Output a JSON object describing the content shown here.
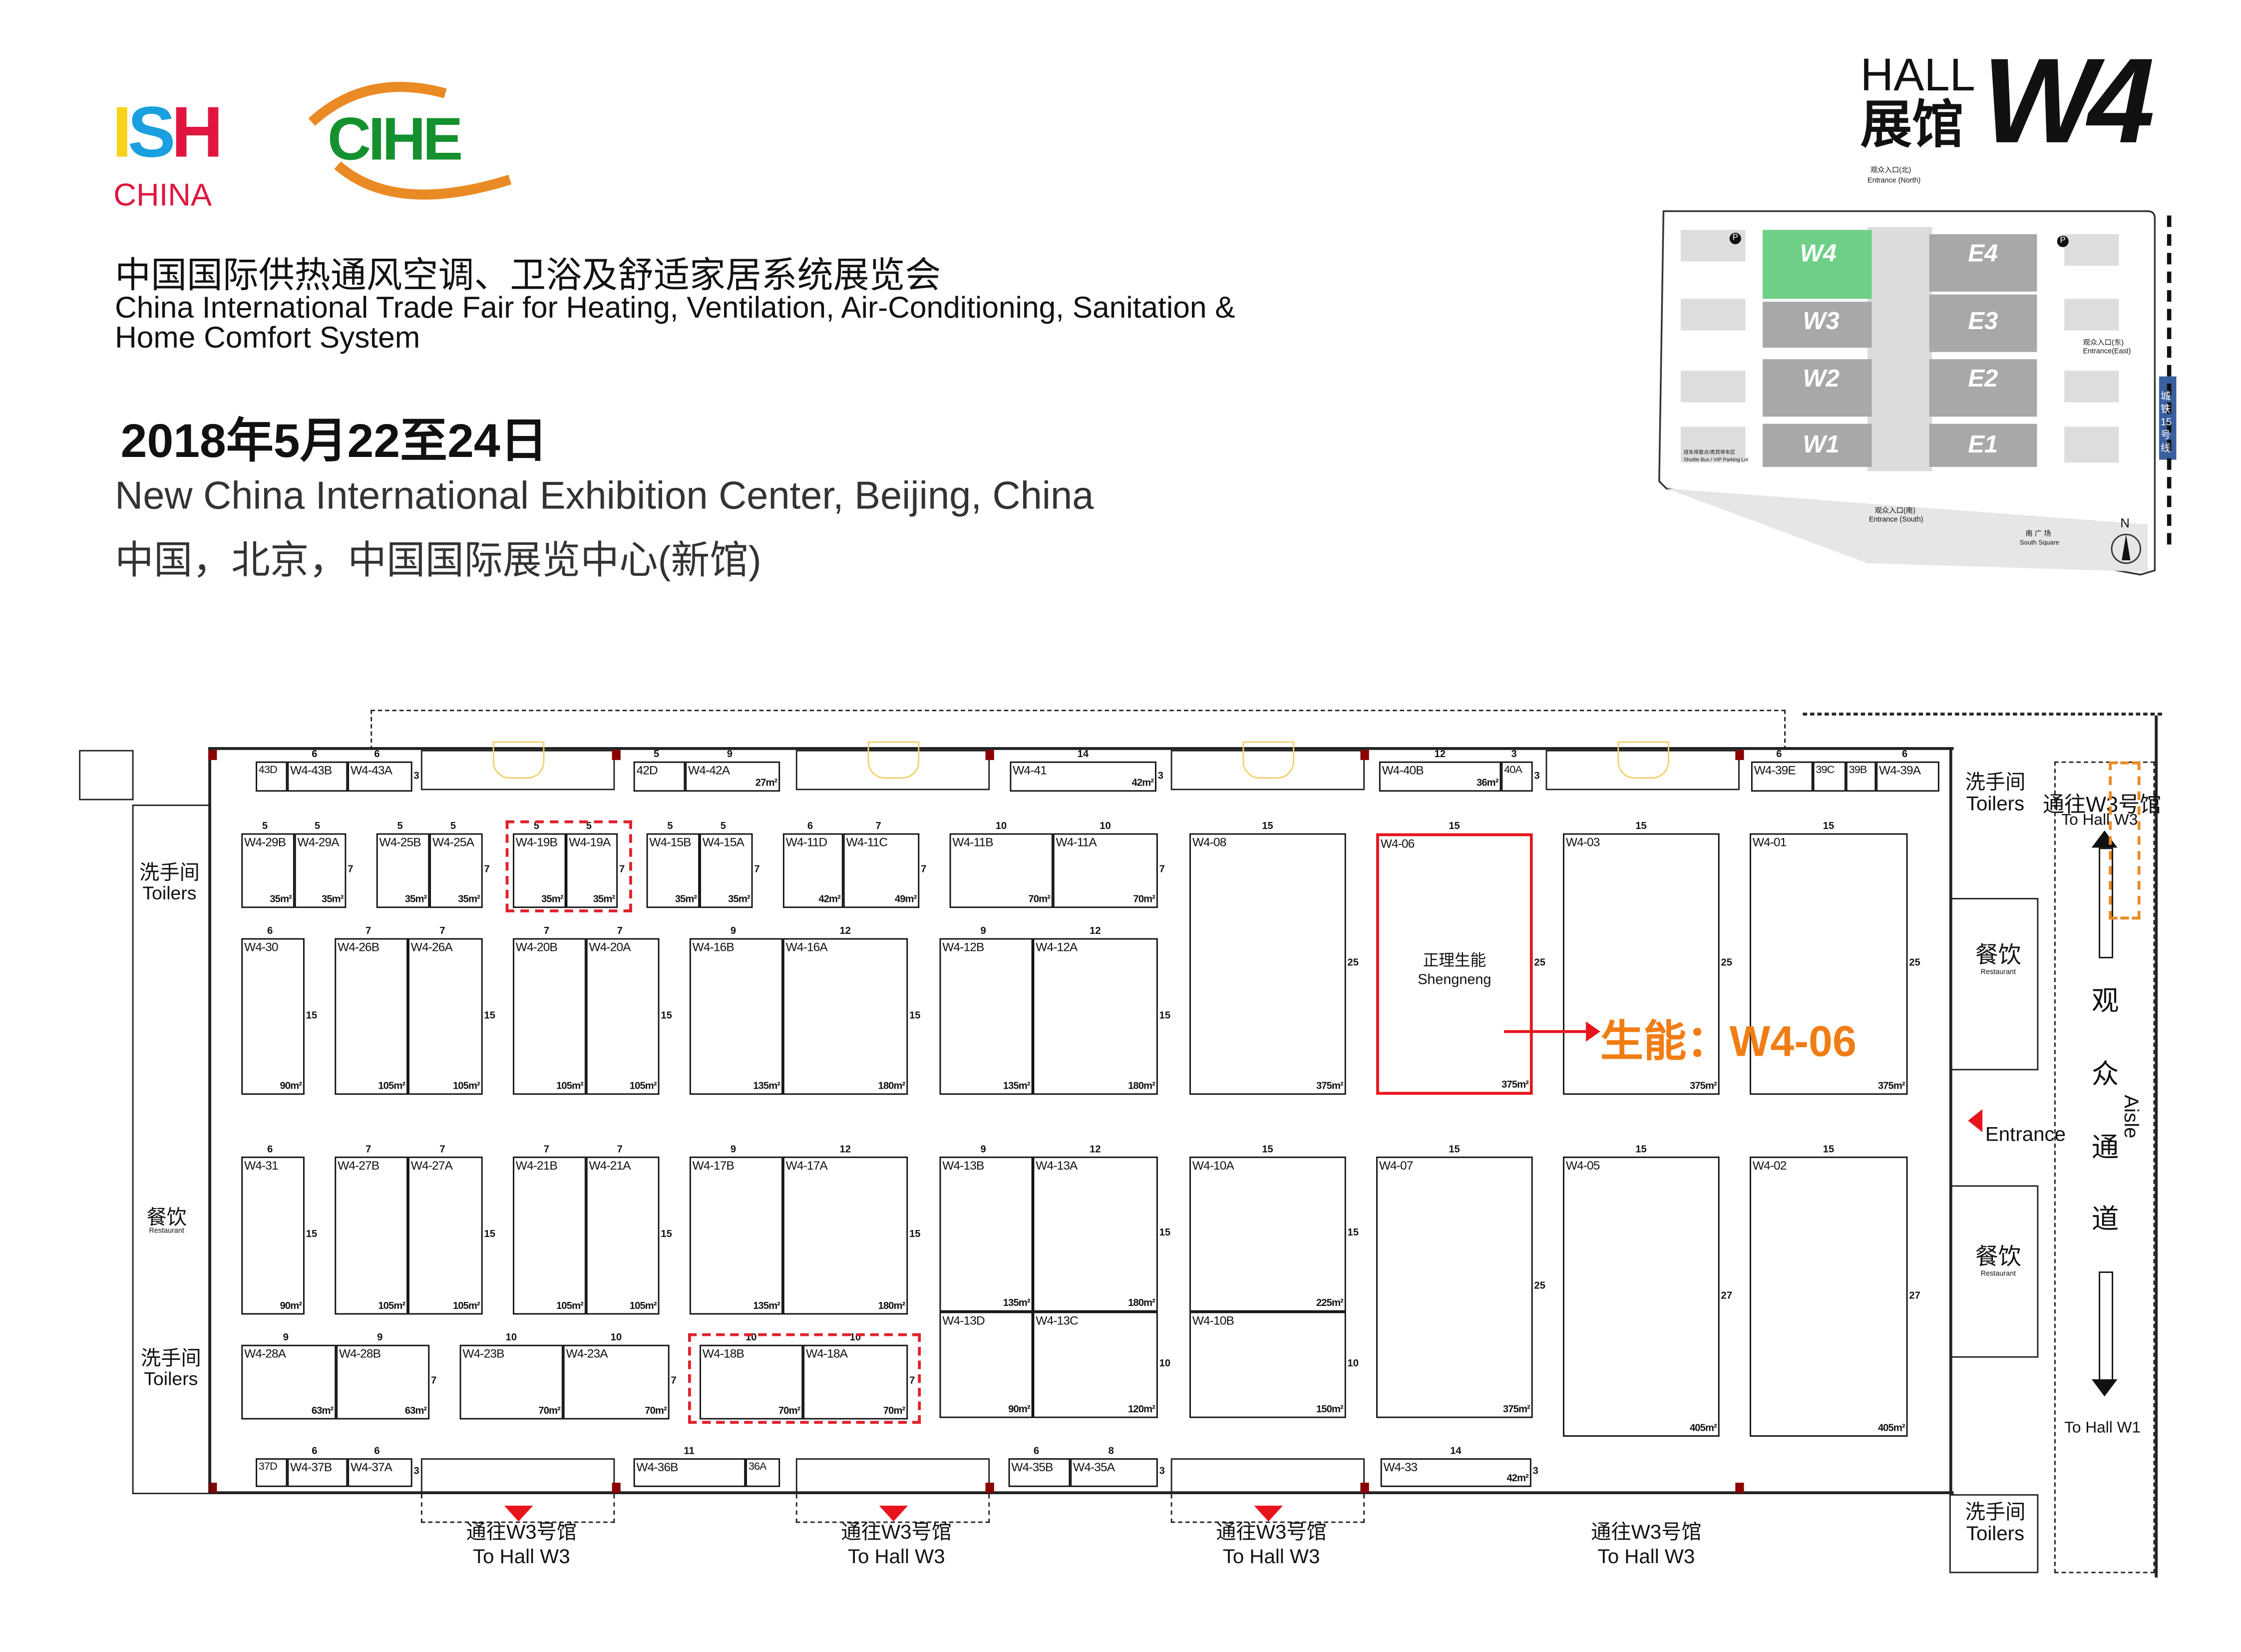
{
  "header": {
    "ish_logo": "ISH",
    "ish_sub": "CHINA",
    "cihe_logo": "CIHE",
    "title_cn": "中国国际供热通风空调、卫浴及舒适家居系统展览会",
    "title_en_1": "China International Trade Fair for Heating, Ventilation, Air-Conditioning, Sanitation &",
    "title_en_2": "Home Comfort System",
    "date": "2018年5月22至24日",
    "venue_en": "New China International Exhibition Center, Beijing, China",
    "venue_cn": "中国，北京，中国国际展览中心(新馆)",
    "hall_en": "HALL",
    "hall_cn": "展馆",
    "hall_id": "W4"
  },
  "minimap": {
    "entrance_north_cn": "观众入口(北)",
    "entrance_north_en": "Entrance (North)",
    "entrance_east_cn": "观众入口(东)",
    "entrance_east_en": "Entrance(East)",
    "entrance_south_cn": "观众入口(南)",
    "entrance_south_en": "Entrance (South)",
    "south_square_cn": "南 广 场",
    "south_square_en": "South Square",
    "shuttle_cn": "班车停靠点/贵宾停车区",
    "shuttle_en": "Shuttle Bus / VIP Parking Lot",
    "metro": "城铁15号线",
    "north": "N",
    "parking": "P",
    "halls": [
      "W4",
      "W3",
      "W2",
      "W1",
      "E4",
      "E3",
      "E2",
      "E1"
    ],
    "highlight_color": "#6fcf86"
  },
  "booths": [
    {
      "id": "43D"
    },
    {
      "id": "W4-43B",
      "top": "6"
    },
    {
      "id": "W4-43A",
      "top": "6",
      "side": "3"
    },
    {
      "id": "42D",
      "top": "5"
    },
    {
      "id": "W4-42A",
      "top": "9",
      "area": "27m²"
    },
    {
      "id": "W4-41",
      "top": "14",
      "area": "42m²",
      "side": "3"
    },
    {
      "id": "W4-40B",
      "top": "12",
      "area": "36m²"
    },
    {
      "id": "40A",
      "top": "3",
      "side": "3"
    },
    {
      "id": "W4-39E",
      "top": "6"
    },
    {
      "id": "39C"
    },
    {
      "id": "39B"
    },
    {
      "id": "W4-39A",
      "top": "6"
    },
    {
      "id": "W4-29B",
      "top": "5",
      "area": "35m²"
    },
    {
      "id": "W4-29A",
      "top": "5",
      "area": "35m²",
      "side": "7"
    },
    {
      "id": "W4-25B",
      "top": "5",
      "area": "35m²"
    },
    {
      "id": "W4-25A",
      "top": "5",
      "area": "35m²",
      "side": "7"
    },
    {
      "id": "W4-19B",
      "top": "5",
      "area": "35m²"
    },
    {
      "id": "W4-19A",
      "top": "5",
      "area": "35m²",
      "side": "7"
    },
    {
      "id": "W4-15B",
      "top": "5",
      "area": "35m²"
    },
    {
      "id": "W4-15A",
      "top": "5",
      "area": "35m²",
      "side": "7"
    },
    {
      "id": "W4-11D",
      "top": "6",
      "area": "42m²"
    },
    {
      "id": "W4-11C",
      "top": "7",
      "area": "49m²",
      "side": "7"
    },
    {
      "id": "W4-11B",
      "top": "10",
      "area": "70m²"
    },
    {
      "id": "W4-11A",
      "top": "10",
      "area": "70m²",
      "side": "7"
    },
    {
      "id": "W4-30",
      "top": "6",
      "area": "90m²",
      "side": "15"
    },
    {
      "id": "W4-26B",
      "top": "7",
      "area": "105m²"
    },
    {
      "id": "W4-26A",
      "top": "7",
      "area": "105m²",
      "side": "15"
    },
    {
      "id": "W4-20B",
      "top": "7",
      "area": "105m²"
    },
    {
      "id": "W4-20A",
      "top": "7",
      "area": "105m²",
      "side": "15"
    },
    {
      "id": "W4-16B",
      "top": "9",
      "area": "135m²"
    },
    {
      "id": "W4-16A",
      "top": "12",
      "area": "180m²",
      "side": "15"
    },
    {
      "id": "W4-12B",
      "top": "9",
      "area": "135m²"
    },
    {
      "id": "W4-12A",
      "top": "12",
      "area": "180m²",
      "side": "15"
    },
    {
      "id": "W4-08",
      "top": "15",
      "area": "375m²",
      "side": "25"
    },
    {
      "id": "W4-06",
      "top": "15",
      "area": "375m²",
      "side": "25",
      "name_cn": "正理生能",
      "name_en": "Shengneng",
      "highlight": true
    },
    {
      "id": "W4-03",
      "top": "15",
      "area": "375m²",
      "side": "25"
    },
    {
      "id": "W4-01",
      "top": "15",
      "area": "375m²",
      "side": "25"
    },
    {
      "id": "W4-31",
      "top": "6",
      "area": "90m²",
      "side": "15"
    },
    {
      "id": "W4-27B",
      "top": "7",
      "area": "105m²"
    },
    {
      "id": "W4-27A",
      "top": "7",
      "area": "105m²",
      "side": "15"
    },
    {
      "id": "W4-21B",
      "top": "7",
      "area": "105m²"
    },
    {
      "id": "W4-21A",
      "top": "7",
      "area": "105m²",
      "side": "15"
    },
    {
      "id": "W4-17B",
      "top": "9",
      "area": "135m²"
    },
    {
      "id": "W4-17A",
      "top": "12",
      "area": "180m²",
      "side": "15"
    },
    {
      "id": "W4-13B",
      "top": "9",
      "area": "135m²"
    },
    {
      "id": "W4-13A",
      "top": "12",
      "area": "180m²",
      "side": "15"
    },
    {
      "id": "W4-13D",
      "area": "90m²"
    },
    {
      "id": "W4-13C",
      "area": "120m²",
      "side": "10"
    },
    {
      "id": "W4-10A",
      "top": "15",
      "area": "225m²",
      "side": "15"
    },
    {
      "id": "W4-10B",
      "area": "150m²",
      "side": "10"
    },
    {
      "id": "W4-07",
      "top": "15",
      "area": "375m²",
      "side": "25"
    },
    {
      "id": "W4-05",
      "top": "15",
      "area": "405m²",
      "side": "27"
    },
    {
      "id": "W4-02",
      "top": "15",
      "area": "405m²",
      "side": "27"
    },
    {
      "id": "W4-28A",
      "top": "9",
      "area": "63m²"
    },
    {
      "id": "W4-28B",
      "top": "9",
      "area": "63m²",
      "side": "7"
    },
    {
      "id": "W4-23B",
      "top": "10",
      "area": "70m²"
    },
    {
      "id": "W4-23A",
      "top": "10",
      "area": "70m²",
      "side": "7"
    },
    {
      "id": "W4-18B",
      "top": "10",
      "area": "70m²"
    },
    {
      "id": "W4-18A",
      "top": "10",
      "area": "70m²",
      "side": "7"
    },
    {
      "id": "37D"
    },
    {
      "id": "W4-37B",
      "top": "6"
    },
    {
      "id": "W4-37A",
      "top": "6",
      "side": "3"
    },
    {
      "id": "W4-36B",
      "top": "11"
    },
    {
      "id": "36A"
    },
    {
      "id": "W4-35B",
      "top": "6"
    },
    {
      "id": "W4-35A",
      "top": "8",
      "side": "3"
    },
    {
      "id": "W4-33",
      "top": "14",
      "area": "42m²",
      "side": "3"
    }
  ],
  "callout": {
    "text": "生能：W4-06",
    "color": "#f07d14",
    "arrow_color": "#e8141c"
  },
  "facilities": {
    "toilets_cn": "洗手间",
    "toilets_en": "Toilers",
    "restaurant_cn": "餐饮",
    "restaurant_en": "Restaurant",
    "entrance": "Entrance",
    "to_w3_cn": "通往W3号馆",
    "to_w3_en": "To Hall W3",
    "to_w1_en": "To Hall W1",
    "aisle_cn": [
      "观",
      "众",
      "通",
      "道"
    ],
    "aisle_en": "Aisle"
  }
}
